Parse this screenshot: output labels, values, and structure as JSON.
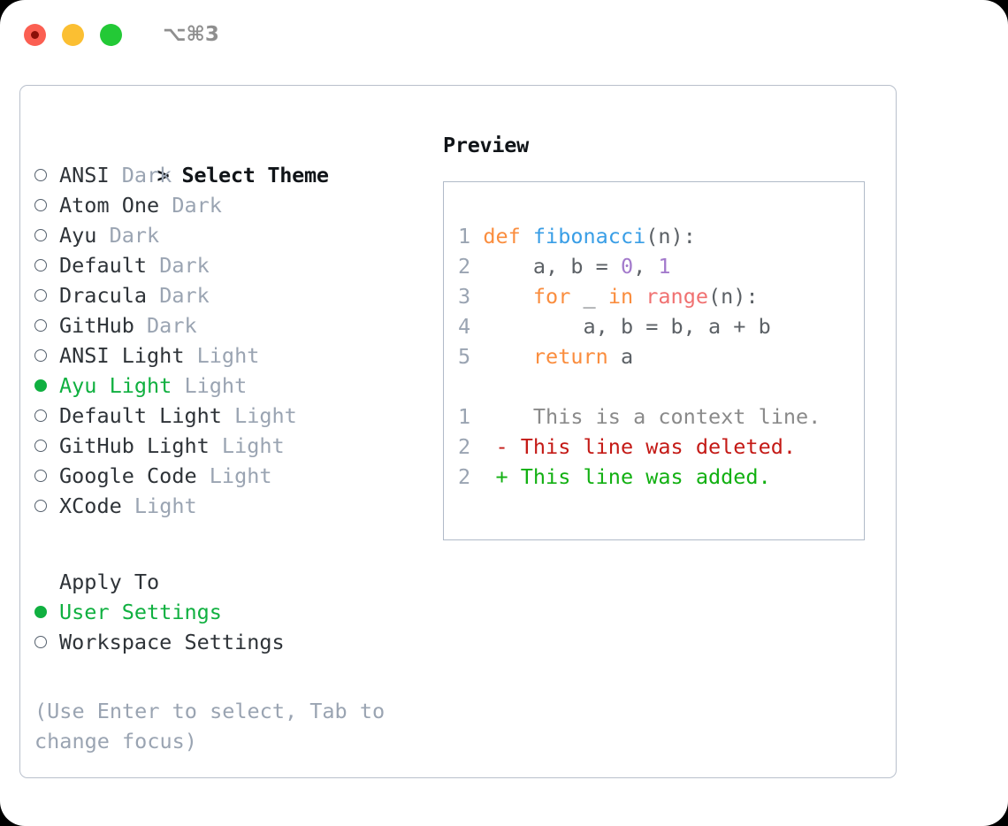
{
  "titlebar": {
    "shortcut": "⌥⌘3",
    "buttons": [
      {
        "name": "close",
        "color": "#fb5f52"
      },
      {
        "name": "minimize",
        "color": "#fbbf32"
      },
      {
        "name": "zoom",
        "color": "#23c936"
      }
    ]
  },
  "theme_panel": {
    "header_marker": ">",
    "header": "Select Theme",
    "items": [
      {
        "marker": "○",
        "name": "ANSI",
        "tag": "Dark",
        "selected": false
      },
      {
        "marker": "○",
        "name": "Atom One",
        "tag": "Dark",
        "selected": false
      },
      {
        "marker": "○",
        "name": "Ayu",
        "tag": "Dark",
        "selected": false
      },
      {
        "marker": "○",
        "name": "Default",
        "tag": "Dark",
        "selected": false
      },
      {
        "marker": "○",
        "name": "Dracula",
        "tag": "Dark",
        "selected": false
      },
      {
        "marker": "○",
        "name": "GitHub",
        "tag": "Dark",
        "selected": false
      },
      {
        "marker": "○",
        "name": "ANSI Light",
        "tag": "Light",
        "selected": false
      },
      {
        "marker": "●",
        "name": "Ayu Light",
        "tag": "Light",
        "selected": true
      },
      {
        "marker": "○",
        "name": "Default Light",
        "tag": "Light",
        "selected": false
      },
      {
        "marker": "○",
        "name": "GitHub Light",
        "tag": "Light",
        "selected": false
      },
      {
        "marker": "○",
        "name": "Google Code",
        "tag": "Light",
        "selected": false
      },
      {
        "marker": "○",
        "name": "XCode",
        "tag": "Light",
        "selected": false
      }
    ]
  },
  "apply_to": {
    "label": "Apply To",
    "items": [
      {
        "marker": "●",
        "name": "User Settings",
        "selected": true
      },
      {
        "marker": "○",
        "name": "Workspace Settings",
        "selected": false
      }
    ]
  },
  "hint": "(Use Enter to select, Tab to change focus)",
  "preview": {
    "title": "Preview",
    "code_lines": [
      {
        "num": "1",
        "tokens": [
          {
            "t": "def ",
            "c": "kw"
          },
          {
            "t": "fibonacci",
            "c": "fn"
          },
          {
            "t": "(n):",
            "c": "plain"
          }
        ]
      },
      {
        "num": "2",
        "tokens": [
          {
            "t": "    a, b = ",
            "c": "plain"
          },
          {
            "t": "0",
            "c": "num"
          },
          {
            "t": ", ",
            "c": "plain"
          },
          {
            "t": "1",
            "c": "num"
          }
        ]
      },
      {
        "num": "3",
        "tokens": [
          {
            "t": "    ",
            "c": "plain"
          },
          {
            "t": "for",
            "c": "kw"
          },
          {
            "t": " _ ",
            "c": "plain"
          },
          {
            "t": "in",
            "c": "kw"
          },
          {
            "t": " ",
            "c": "plain"
          },
          {
            "t": "range",
            "c": "bi"
          },
          {
            "t": "(n):",
            "c": "plain"
          }
        ]
      },
      {
        "num": "4",
        "tokens": [
          {
            "t": "        a, b = b, a + b",
            "c": "plain"
          }
        ]
      },
      {
        "num": "5",
        "tokens": [
          {
            "t": "    ",
            "c": "plain"
          },
          {
            "t": "return",
            "c": "kw"
          },
          {
            "t": " a",
            "c": "plain"
          }
        ]
      }
    ],
    "diff_lines": [
      {
        "num": "1",
        "sign": " ",
        "text": "  This is a context line.",
        "kind": "ctx"
      },
      {
        "num": "2",
        "sign": "-",
        "text": " This line was deleted.",
        "kind": "del"
      },
      {
        "num": "2",
        "sign": "+",
        "text": " This line was added.",
        "kind": "add"
      }
    ]
  }
}
